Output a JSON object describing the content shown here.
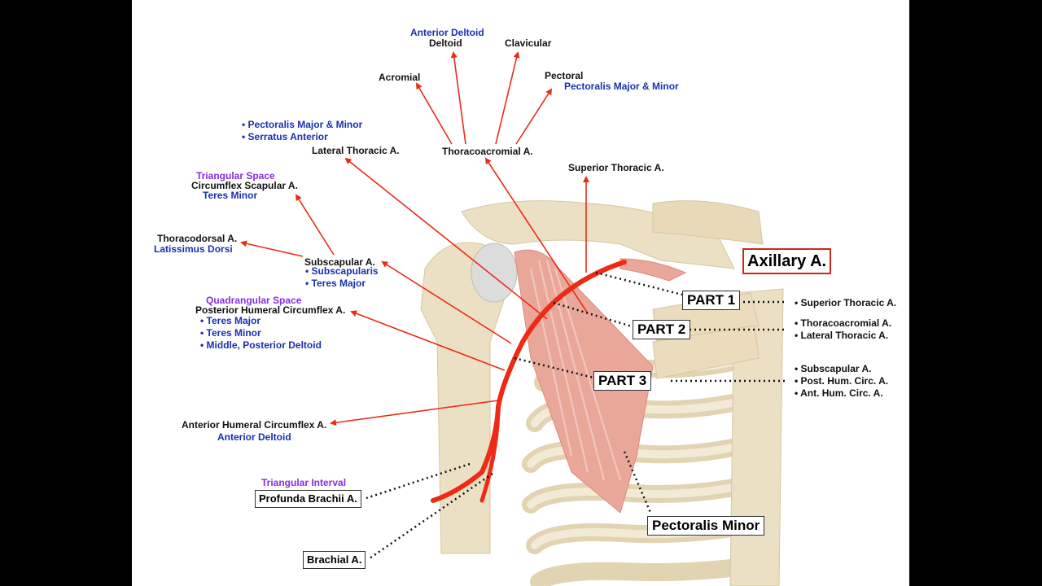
{
  "colors": {
    "artery": "#ee2a16",
    "label_black": "#111111",
    "label_blue": "#1a2fb0",
    "label_purple": "#8a2be2",
    "bone": "#ece0c4",
    "muscle": "#e9a79a",
    "title_border": "#d0261a"
  },
  "title": "Axillary A.",
  "parts": {
    "part1": {
      "label": "PART 1",
      "branches": [
        "Superior Thoracic A."
      ]
    },
    "part2": {
      "label": "PART 2",
      "branches": [
        "Thoracoacromial A.",
        "Lateral Thoracic A."
      ]
    },
    "part3": {
      "label": "PART 3",
      "branches": [
        "Subscapular A.",
        "Post. Hum. Circ. A.",
        "Ant. Hum. Circ. A."
      ]
    }
  },
  "thoracoacromial": {
    "name": "Thoracoacromial A.",
    "acromial": "Acromial",
    "deltoid_tag": "Anterior Deltoid",
    "deltoid": "Deltoid",
    "clavicular": "Clavicular",
    "pectoral": "Pectoral",
    "pectoral_tag": "Pectoralis Major & Minor"
  },
  "lateral_thoracic": {
    "name": "Lateral Thoracic A.",
    "targets": [
      "Pectoralis Major & Minor",
      "Serratus Anterior"
    ]
  },
  "superior_thoracic": {
    "name": "Superior Thoracic A."
  },
  "circumflex_scapular": {
    "tag": "Triangular Space",
    "name": "Circumflex Scapular A.",
    "target": "Teres Minor"
  },
  "thoracodorsal": {
    "name": "Thoracodorsal A.",
    "target": "Latissimus Dorsi"
  },
  "subscapular": {
    "name": "Subscapular A.",
    "targets": [
      "Subscapularis",
      "Teres Major"
    ]
  },
  "posterior_humeral": {
    "tag": "Quadrangular Space",
    "name": "Posterior Humeral Circumflex A.",
    "targets": [
      "Teres Major",
      "Teres Minor",
      "Middle, Posterior Deltoid"
    ]
  },
  "anterior_humeral": {
    "name": "Anterior Humeral Circumflex A.",
    "target": "Anterior Deltoid"
  },
  "profunda": {
    "tag": "Triangular Interval",
    "name": "Profunda Brachii A."
  },
  "brachial": {
    "name": "Brachial A."
  },
  "pectoralis_minor": {
    "name": "Pectoralis Minor"
  }
}
